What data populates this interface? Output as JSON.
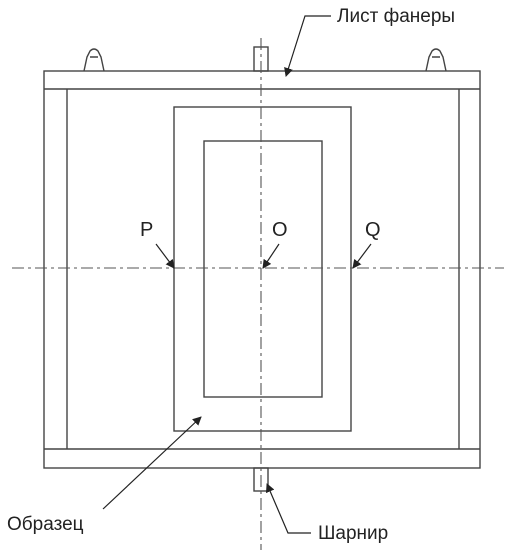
{
  "labels": {
    "plywood_sheet": "Лист фанеры",
    "point_p": "P",
    "point_o": "O",
    "point_q": "Q",
    "specimen": "Образец",
    "hinge": "Шарнир"
  },
  "colors": {
    "line": "#444444",
    "text": "#222222",
    "background": "#ffffff"
  }
}
